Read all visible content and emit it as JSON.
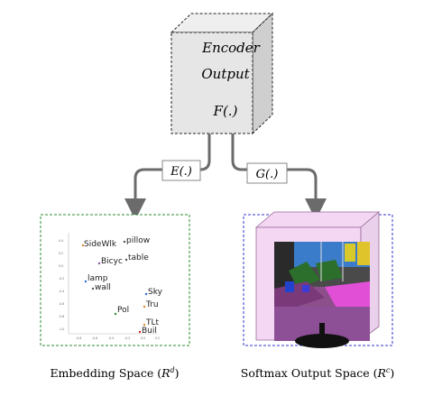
{
  "encoder": {
    "line1": "Encoder",
    "line2": "Output",
    "func": "F(.)"
  },
  "branches": {
    "left": "E(.)",
    "right": "G(.)"
  },
  "embedding": {
    "caption_text": "Embedding Space (",
    "caption_var": "R",
    "caption_sup": "d",
    "caption_close": ")",
    "ticks": [
      "0.4",
      "0.2",
      "0.0",
      "-0.2",
      "-0.4",
      "-0.6",
      "-0.8",
      "-1.0"
    ],
    "xticks": [
      "-0.8",
      "-0.6",
      "-0.4",
      "-0.2",
      "0.0",
      "0.2"
    ],
    "labels": [
      "SideWlk",
      "pillow",
      "Bicyc",
      "table",
      "lamp",
      "wall",
      "Sky",
      "Tru",
      "Pol",
      "TLt",
      "Buil"
    ]
  },
  "softmax": {
    "caption_text": "Softmax Output Space (",
    "caption_var": "R",
    "caption_sup": "c",
    "caption_close": ")"
  },
  "colors": {
    "embedding_border": "#2e8b2e",
    "softmax_border": "#3333cc",
    "cube_front": "#e6e6e6",
    "cube_side": "#cfcfcf",
    "arrow": "#6b6b6b",
    "softmax_face": "#f3d7f3"
  }
}
